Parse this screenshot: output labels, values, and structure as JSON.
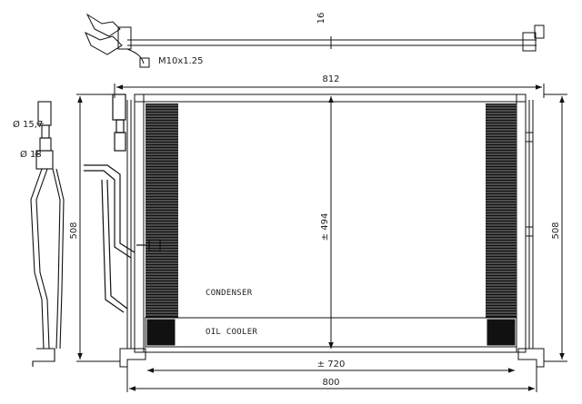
{
  "dimensions": {
    "overall_width": "812",
    "core_width": "800",
    "inner_width": "± 720",
    "height_left": "508",
    "height_right": "508",
    "core_height": "± 494",
    "depth": "16",
    "thread": "M10x1.25",
    "pipe_dia_1": "Ø 15,7",
    "pipe_dia_2": "Ø 18"
  },
  "labels": {
    "condenser": "CONDENSER",
    "oil_cooler": "OIL COOLER"
  }
}
